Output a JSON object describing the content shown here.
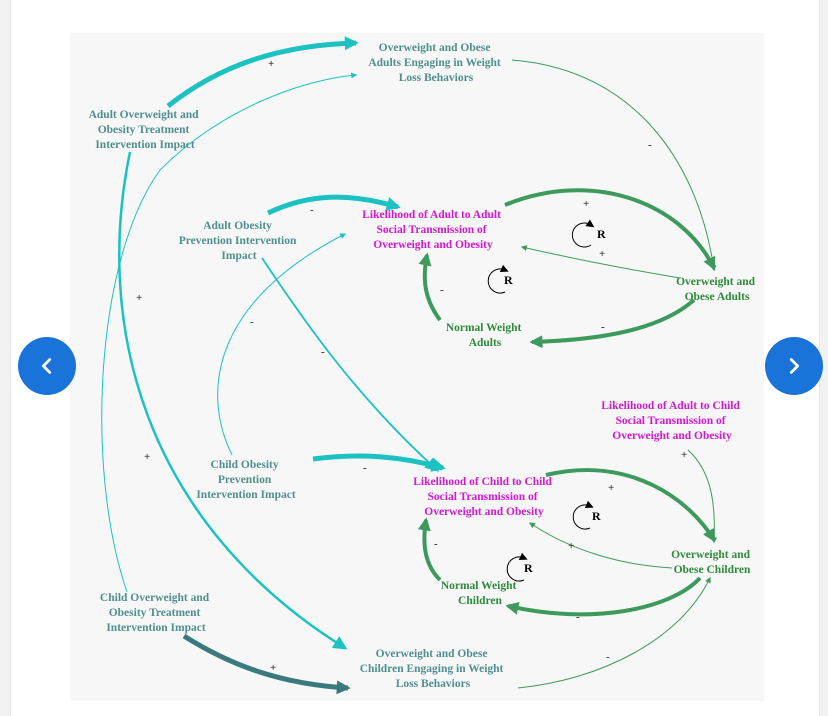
{
  "colors": {
    "teal_text": "#4f8f8f",
    "green_text": "#2e8b3a",
    "magenta_text": "#d11ad1",
    "cyan_arrow": "#1cc2c2",
    "green_arrow": "#3d9a5c",
    "dark_teal_arrow": "#3a7a7e",
    "nav_button": "#1a73d9"
  },
  "navigation": {
    "prev_icon": "chevron-left-icon",
    "next_icon": "chevron-right-icon"
  },
  "nodes": {
    "adult_treatment": [
      "Adult Overweight and",
      "Obesity Treatment",
      "Intervention Impact"
    ],
    "adults_engaging": [
      "Overweight and Obese",
      "Adults Engaging in Weight",
      "Loss Behaviors"
    ],
    "adult_prevention": [
      "Adult Obesity",
      "Prevention Intervention",
      "Impact"
    ],
    "adult_social": [
      "Likelihood of Adult to Adult",
      "Social Transmission of",
      "Overweight and Obesity"
    ],
    "overweight_adults": [
      "Overweight and",
      "Obese Adults"
    ],
    "normal_adults": [
      "Normal Weight",
      "Adults"
    ],
    "adult_child_social": [
      "Likelihood of Adult to Child",
      "Social Transmission of",
      "Overweight and Obesity"
    ],
    "child_prevention": [
      "Child Obesity",
      "Prevention",
      "Intervention Impact"
    ],
    "child_social": [
      "Likelihood of Child to Child",
      "Social Transmission of",
      "Overweight and Obesity"
    ],
    "overweight_children": [
      "Overweight and",
      "Obese Children"
    ],
    "normal_children": [
      "Normal Weight",
      "Children"
    ],
    "child_treatment": [
      "Child Overweight and",
      "Obesity Treatment",
      "Intervention Impact"
    ],
    "children_engaging": [
      "Overweight and Obese",
      "Children Engaging in Weight",
      "Loss Behaviors"
    ]
  },
  "polarity": {
    "plus": "+",
    "minus": "-"
  },
  "loop_label": "R"
}
